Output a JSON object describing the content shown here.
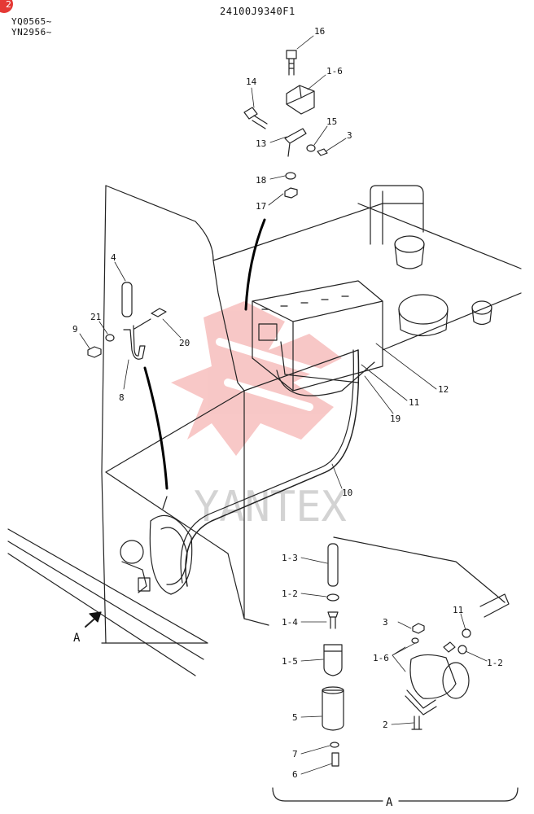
{
  "page_badge": "2",
  "header": {
    "doc_code": "24100J9340F1",
    "serial_1": "YQ0565~",
    "serial_2": "YN2956~"
  },
  "watermark": {
    "text": "YANTEX",
    "color": "#e53935"
  },
  "view_label": "A",
  "arrow_label": "A",
  "callouts": [
    "16",
    "1-6",
    "14",
    "15",
    "3",
    "13",
    "18",
    "17",
    "4",
    "21",
    "9",
    "20",
    "8",
    "12",
    "11",
    "19",
    "10",
    "1-3",
    "1-2",
    "1-4",
    "1-5",
    "5",
    "7",
    "6",
    "3",
    "1-6",
    "11",
    "1-2",
    "2"
  ]
}
